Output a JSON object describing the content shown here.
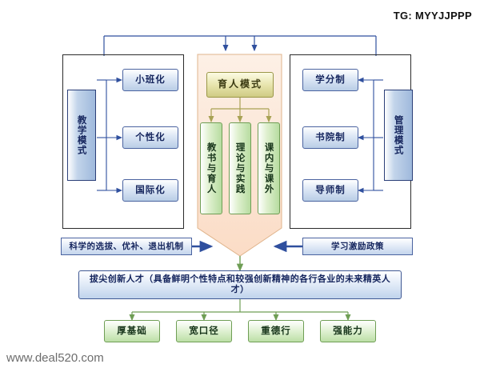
{
  "watermarks": {
    "top_right": "TG: MYYJJPPP",
    "bottom_left": "www.deal520.com"
  },
  "diagram": {
    "left_panel_label": "教学模式",
    "right_panel_label": "管理模式",
    "center_title": "育人模式",
    "left_items": [
      "小班化",
      "个性化",
      "国际化"
    ],
    "right_items": [
      "学分制",
      "书院制",
      "导师制"
    ],
    "center_items": [
      "教书与育人",
      "理论与实践",
      "课内与课外"
    ],
    "policy_left": "科学的选拔、优补、退出机制",
    "policy_right": "学习激励政策",
    "result_main": "拔尖创新人才（具备鲜明个性特点和较强创新精神的各行各业的未来精英人才）",
    "result_items": [
      "厚基础",
      "宽口径",
      "重德行",
      "强能力"
    ]
  },
  "colors": {
    "blue_border": "#4a63a0",
    "blue_text": "#16265e",
    "green_border": "#6f9e55",
    "yellow_fill": "#e8e5ae",
    "funnel_fill": "#fdeade",
    "arrow_blue": "#2f4f9e",
    "arrow_gold": "#b8b25a"
  }
}
